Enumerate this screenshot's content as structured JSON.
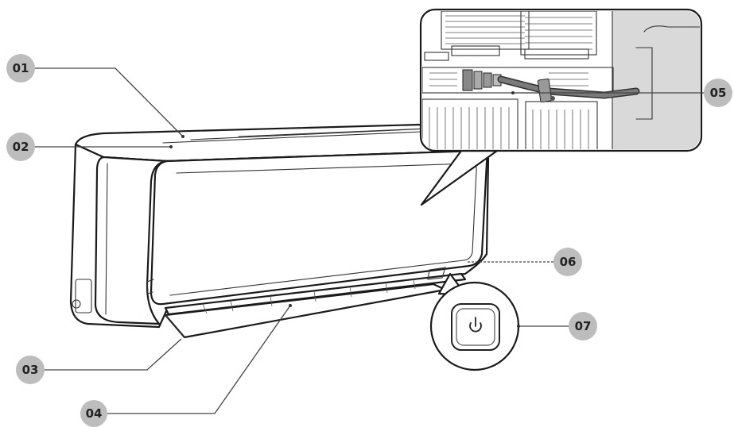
{
  "callouts": [
    {
      "id": "01"
    },
    {
      "id": "02"
    },
    {
      "id": "03"
    },
    {
      "id": "04"
    },
    {
      "id": "05"
    },
    {
      "id": "06"
    },
    {
      "id": "07"
    }
  ],
  "colors": {
    "badge_fill": "#bdbdbd",
    "badge_text": "#222222",
    "outline": "#1a1a1a",
    "inset_shade": "#d9d9d9"
  },
  "icons": {
    "power_button": "power-icon"
  }
}
